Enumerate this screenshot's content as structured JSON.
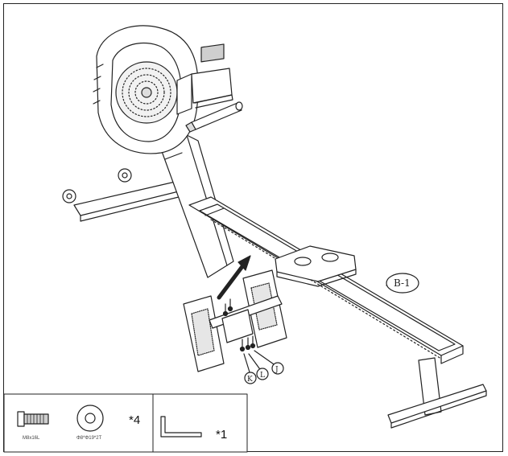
{
  "callouts": {
    "rail_label": "B-1",
    "bolt_letter": "K",
    "washer_letter": "L",
    "key_letter": "J"
  },
  "parts": {
    "bolt": {
      "spec": "M8x16L",
      "icon": "bolt-icon"
    },
    "washer": {
      "spec": "Φ8*Φ19*2T",
      "quantity": "*4",
      "icon": "washer-icon"
    },
    "allen_key": {
      "quantity": "*1",
      "icon": "allen-key-icon"
    }
  },
  "colors": {
    "line": "#222222",
    "fill": "#ffffff",
    "shade": "#cfcfcf"
  }
}
